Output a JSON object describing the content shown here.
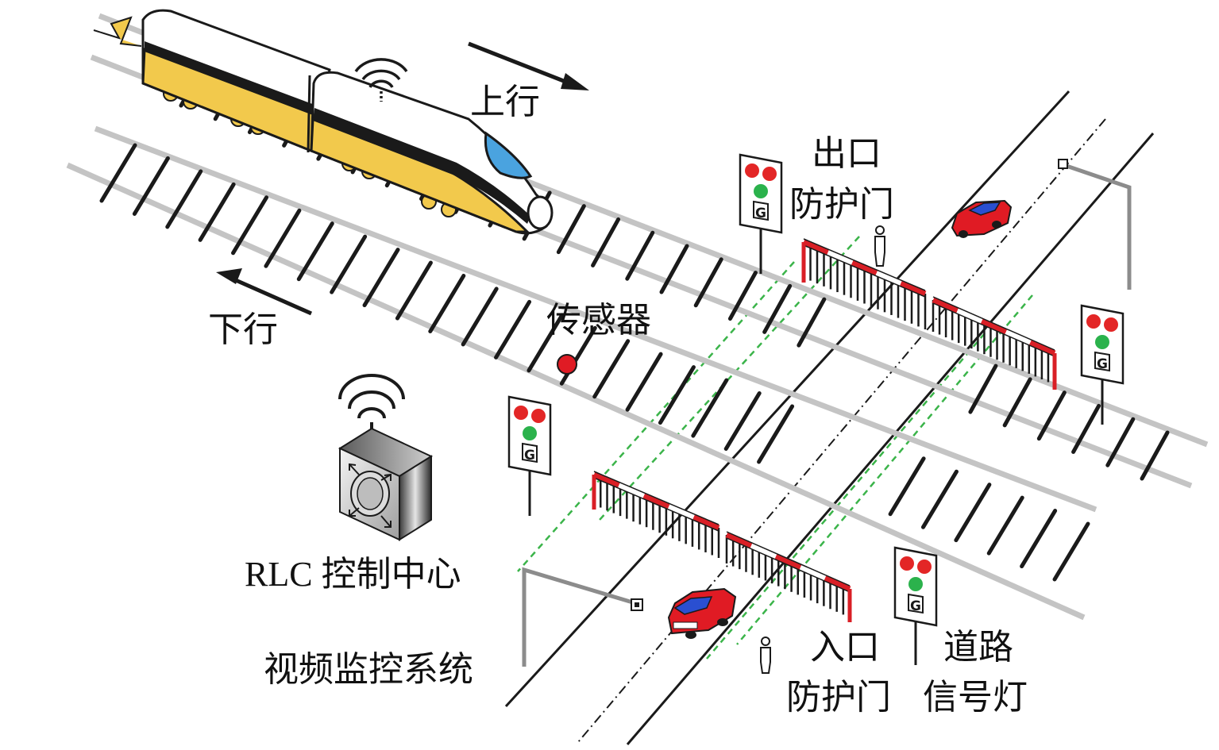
{
  "labels": {
    "up_direction": "上行",
    "down_direction": "下行",
    "sensor": "传感器",
    "exit_gate_line1": "出口",
    "exit_gate_line2": "防护门",
    "control_center": "RLC 控制中心",
    "video_system": "视频监控系统",
    "entry_gate_line1": "入口",
    "entry_gate_line2": "防护门",
    "road_signal_line1": "道路",
    "road_signal_line2": "信号灯"
  },
  "signal_sign_text": "G",
  "icons": {
    "train": "high-speed-train-icon",
    "signal": "traffic-signal-icon",
    "camera": "cctv-camera-icon",
    "control_center": "rlc-control-center-icon",
    "car": "car-icon",
    "pedestrian": "pedestrian-icon",
    "wireless": "wireless-icon",
    "sensor": "track-sensor-icon"
  },
  "colors": {
    "train_body": "#f2c94c",
    "train_stripe": "#1a1a1a",
    "train_window": "#4aa3df",
    "signal_red": "#e32626",
    "signal_green": "#2bb24c",
    "gate_red": "#d91f26",
    "car_red": "#e01b24",
    "car_blue": "#2a4fd1",
    "rail_gray": "#c4c4c4",
    "tie_dark": "#1a1a1a",
    "dashed_green": "#3bb44a",
    "road_line": "#1a1a1a"
  }
}
